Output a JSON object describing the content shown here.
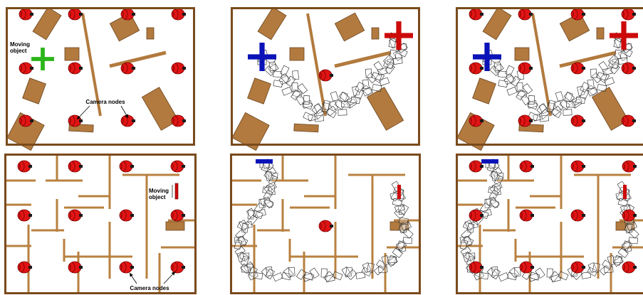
{
  "labels": {
    "moving_object_top": [
      "Moving",
      "object"
    ],
    "camera_nodes_top": "Camera nodes",
    "moving_object_bottom": [
      "Moving",
      "object"
    ],
    "camera_nodes_bottom": "Camera nodes"
  },
  "colors": {
    "frame": "#7a4a1c",
    "obstacle": "#b27a3e",
    "obstacle_edge": "#6b4520",
    "wall": "#b8803f",
    "camera": "#e01414",
    "camera_dark": "#600000",
    "moving_object_green": "#2cb51a",
    "start_blue": "#0a12b8",
    "goal_red": "#cc0a0a",
    "trajectory": "#222222"
  },
  "panels": [
    {
      "id": "scene1-setup",
      "scene": "obstacles",
      "view": "setup"
    },
    {
      "id": "scene1-trajectory-a",
      "scene": "obstacles",
      "view": "trajectory"
    },
    {
      "id": "scene1-trajectory-b",
      "scene": "obstacles",
      "view": "trajectory-with-cameras"
    },
    {
      "id": "scene2-setup",
      "scene": "maze",
      "view": "setup"
    },
    {
      "id": "scene2-trajectory-a",
      "scene": "maze",
      "view": "trajectory"
    },
    {
      "id": "scene2-trajectory-b",
      "scene": "maze",
      "view": "trajectory-with-cameras"
    }
  ]
}
